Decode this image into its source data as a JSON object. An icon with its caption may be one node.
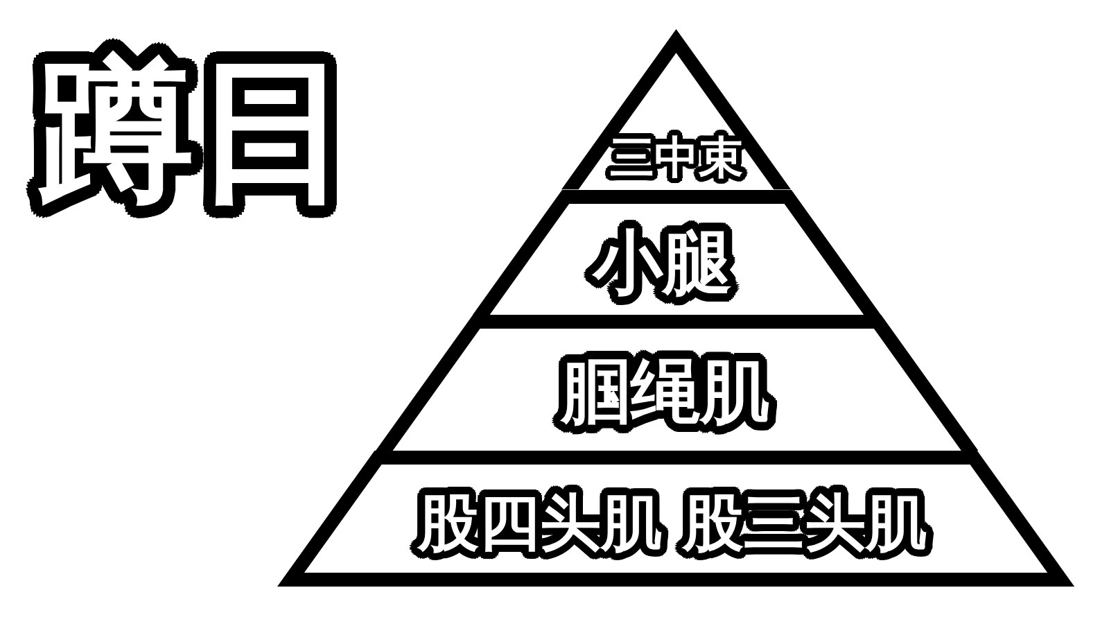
{
  "diagram": {
    "title": "蹲日",
    "nodes": [
      {
        "text": [
          "三中束"
        ]
      },
      {
        "text": [
          "小腿"
        ]
      },
      {
        "text": [
          "腘绳肌"
        ]
      },
      {
        "text": [
          "股四头肌 股三头肌"
        ]
      }
    ]
  }
}
